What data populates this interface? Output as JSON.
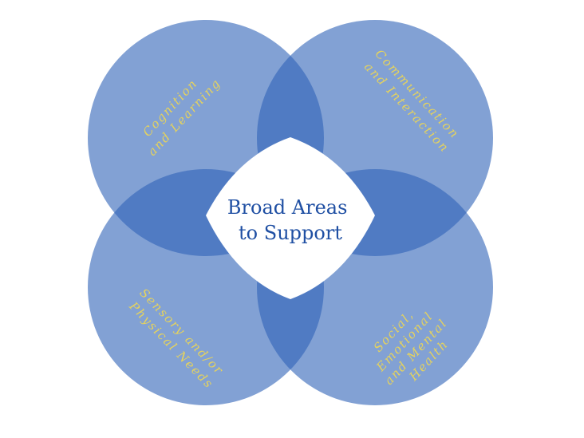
{
  "diagram": {
    "center_title": {
      "line1": "Broad Areas",
      "line2": "to Support"
    },
    "circles": [
      {
        "id": "top-left",
        "label_lines": [
          "Cognition",
          "and Learning"
        ]
      },
      {
        "id": "top-right",
        "label_lines": [
          "Communication",
          "and Interaction"
        ]
      },
      {
        "id": "bottom-left",
        "label_lines": [
          "Sensory and/or",
          "Physical Needs"
        ]
      },
      {
        "id": "bottom-right",
        "label_lines": [
          "Social,",
          "Emotional",
          "and Mental",
          "Health"
        ]
      }
    ],
    "colors": {
      "circle_fill": "#2f62b8",
      "label_text": "#e6d35c",
      "center_text": "#1f4fa3",
      "center_fill": "#ffffff",
      "background": "#ffffff"
    }
  }
}
